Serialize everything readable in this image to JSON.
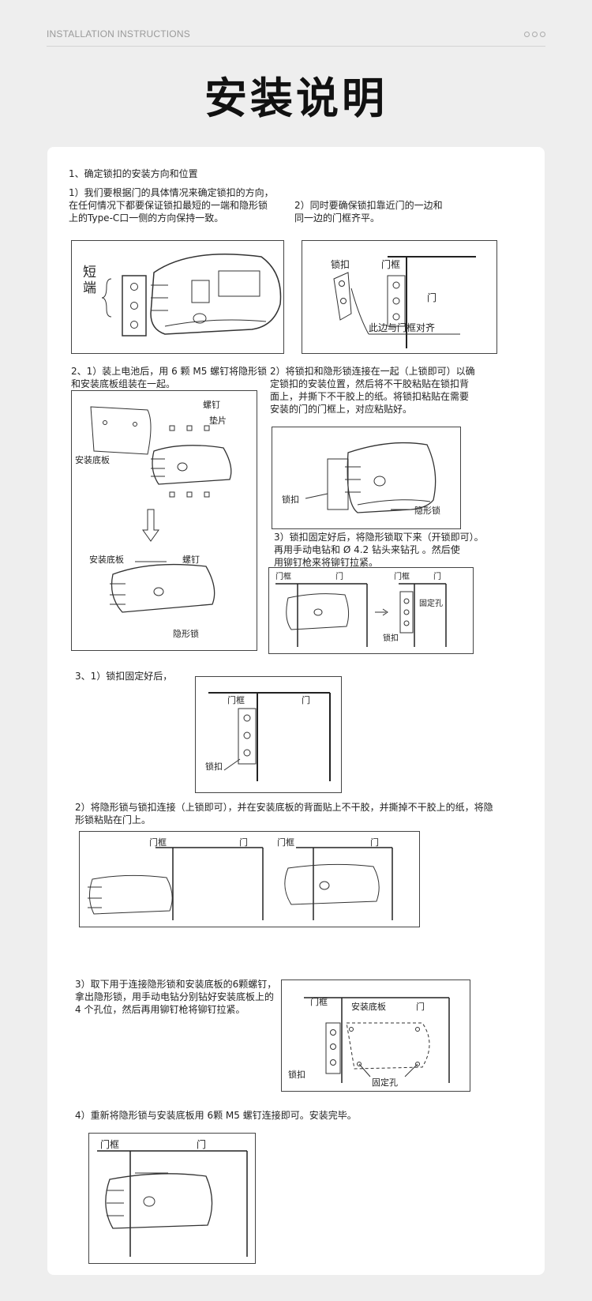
{
  "header": {
    "text": "INSTALLATION INSTRUCTIONS"
  },
  "title": "安装说明",
  "section1": {
    "heading": "1、确定锁扣的安装方向和位置",
    "step1": "1）我们要根据门的具体情况来确定锁扣的方向，\n在任何情况下都要保证锁扣最短的一端和隐形锁\n上的Type-C口一侧的方向保持一致。",
    "step2": "2）同时要确保锁扣靠近门的一边和\n同一边的门框齐平。",
    "fig1": {
      "short_end": "短\n端"
    },
    "fig2": {
      "buckle": "锁扣",
      "frame": "门框",
      "door": "门",
      "align": "此边与门框对齐"
    }
  },
  "section2": {
    "step1": "2、1）装上电池后，用 6 颗 M5 螺钉将隐形锁\n和安装底板组装在一起。",
    "step2": "2）将锁扣和隐形锁连接在一起（上锁即可）以确\n定锁扣的安装位置，然后将不干胶粘贴在锁扣背\n面上，并撕下不干胶上的纸。将锁扣粘贴在需要\n安装的门的门框上，对应粘贴好。",
    "step3": "3）锁扣固定好后，将隐形锁取下来（开锁即可）。\n再用手动电钻和 Ø 4.2 钻头来钻孔 。然后使\n用铆钉枪来将铆钉拉紧。",
    "fig_assembly": {
      "screw": "螺钉",
      "washer": "垫片",
      "plate": "安装底板",
      "plate2": "安装底板",
      "screw2": "螺钉",
      "lock": "隐形锁"
    },
    "fig_connect": {
      "buckle": "锁扣",
      "lock": "隐形锁"
    },
    "fig_drill": {
      "frame": "门框",
      "door": "门",
      "frame2": "门框",
      "door2": "门",
      "hole": "固定孔",
      "buckle": "锁扣"
    }
  },
  "section3": {
    "step1": "3、1）锁扣固定好后，",
    "step2": "2）将隐形锁与锁扣连接（上锁即可），并在安装底板的背面贴上不干胶，并撕掉不干胶上的纸，将隐\n形锁粘贴在门上。",
    "step3": "3）取下用于连接隐形锁和安装底板的6颗螺钉，\n拿出隐形锁，用手动电钻分别钻好安装底板上的\n4 个孔位，然后再用铆钉枪将铆钉拉紧。",
    "step4": "4）重新将隐形锁与安装底板用 6颗 M5 螺钉连接即可。安装完毕。",
    "fig_fixed": {
      "frame": "门框",
      "door": "门",
      "buckle": "锁扣"
    },
    "fig_stick": {
      "frame": "门框",
      "door": "门",
      "frame2": "门框",
      "door2": "门"
    },
    "fig_plate": {
      "frame": "门框",
      "plate": "安装底板",
      "door": "门",
      "buckle": "锁扣",
      "hole": "固定孔"
    },
    "fig_final": {
      "frame": "门框",
      "door": "门"
    }
  }
}
